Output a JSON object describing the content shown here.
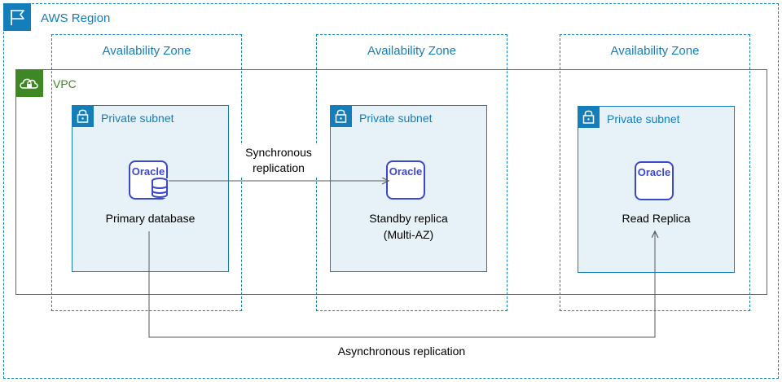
{
  "region": {
    "label": "AWS Region",
    "icon": "flag-icon",
    "color": "#147eba"
  },
  "availability_zones": [
    {
      "label": "Availability Zone"
    },
    {
      "label": "Availability Zone"
    },
    {
      "label": "Availability Zone"
    }
  ],
  "vpc": {
    "label": "VPC",
    "icon": "cloud-lock-icon",
    "color": "#3f8624"
  },
  "subnets": [
    {
      "label": "Private subnet",
      "icon": "lock-icon"
    },
    {
      "label": "Private subnet",
      "icon": "lock-icon"
    },
    {
      "label": "Private subnet",
      "icon": "lock-icon"
    }
  ],
  "databases": [
    {
      "logo": "Oracle",
      "caption": "Primary database",
      "icon": "oracle-database-icon"
    },
    {
      "logo": "Oracle",
      "caption_line1": "Standby replica",
      "caption_line2": "(Multi-AZ)",
      "icon": "oracle-instance-icon"
    },
    {
      "logo": "Oracle",
      "caption": "Read Replica",
      "icon": "oracle-instance-icon"
    }
  ],
  "connections": {
    "sync": {
      "line1": "Synchronous",
      "line2": "replication"
    },
    "async": {
      "label": "Asynchronous replication"
    }
  },
  "colors": {
    "aws_blue": "#147eba",
    "vpc_green": "#3f8624",
    "subnet_fill": "#e6f2f8",
    "oracle_blue": "#3b48cc"
  }
}
